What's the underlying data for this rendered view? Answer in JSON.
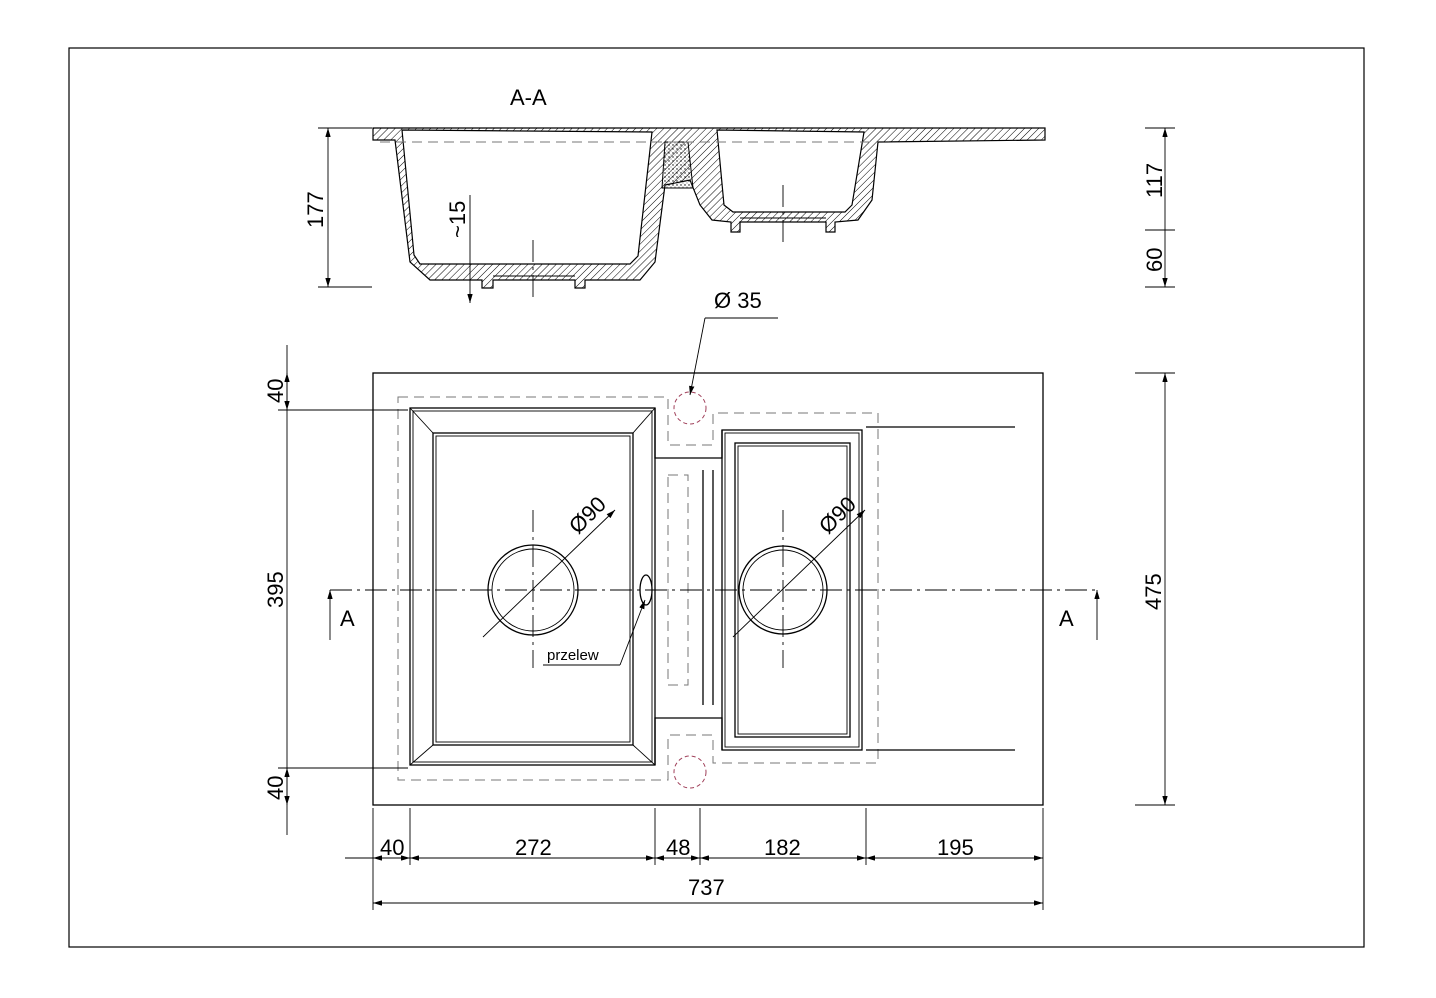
{
  "section_title": "A-A",
  "section_view": {
    "dim_total_height": "177",
    "dim_bottom_thickness": "~15",
    "dim_right_upper": "117",
    "dim_right_lower": "60"
  },
  "plan_view": {
    "tap_hole_label": "Ø 35",
    "drain_left_label": "Ø90",
    "drain_right_label": "Ø90",
    "overflow_label": "przelew",
    "section_marker_left": "A",
    "section_marker_right": "A",
    "dim_left": [
      "40",
      "395",
      "40"
    ],
    "dim_right": "475",
    "dim_bottom": [
      "40",
      "272",
      "48",
      "182",
      "195"
    ],
    "dim_total_width": "737"
  },
  "colors": {
    "line": "#000000",
    "hidden": "#777777",
    "tap_hole": "#a0405a"
  }
}
